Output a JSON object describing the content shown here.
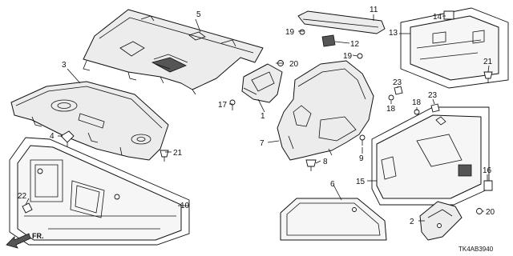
{
  "callouts": {
    "c1": "1",
    "c2": "2",
    "c3": "3",
    "c4": "4",
    "c5": "5",
    "c6": "6",
    "c7": "7",
    "c8": "8",
    "c9": "9",
    "c10": "10",
    "c11": "11",
    "c12": "12",
    "c13": "13",
    "c14": "14",
    "c15": "15",
    "c16": "16",
    "c17": "17",
    "c18a": "18",
    "c18b": "18",
    "c19a": "19",
    "c19b": "19",
    "c20a": "20",
    "c20b": "20",
    "c21a": "21",
    "c21b": "21",
    "c22": "22",
    "c23a": "23",
    "c23b": "23"
  },
  "direction_label": "FR.",
  "diagram_code": "TK4AB3940",
  "colors": {
    "line": "#111111",
    "part_fill": "#ececec",
    "background": "#ffffff"
  }
}
